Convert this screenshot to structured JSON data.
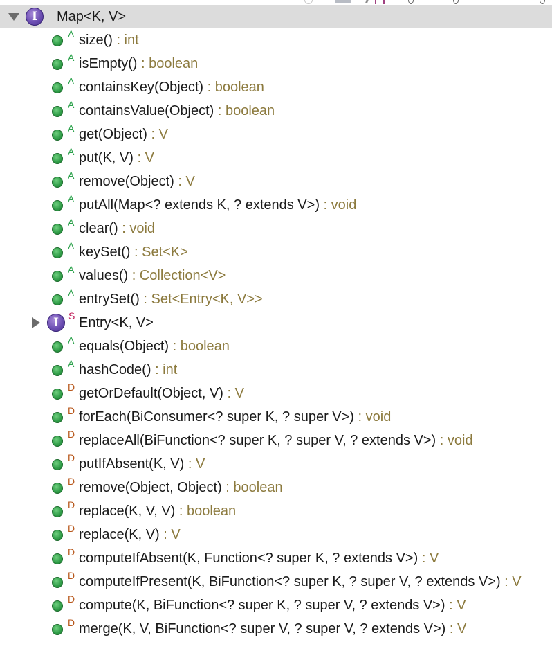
{
  "root": {
    "icon": "interface-icon",
    "icon_letter": "I",
    "label": "Map<K, V>",
    "expanded": true
  },
  "members": [
    {
      "kind": "method",
      "modifier": "A",
      "name": "size()",
      "return_type": " : int"
    },
    {
      "kind": "method",
      "modifier": "A",
      "name": "isEmpty()",
      "return_type": " : boolean"
    },
    {
      "kind": "method",
      "modifier": "A",
      "name": "containsKey(Object)",
      "return_type": " : boolean"
    },
    {
      "kind": "method",
      "modifier": "A",
      "name": "containsValue(Object)",
      "return_type": " : boolean"
    },
    {
      "kind": "method",
      "modifier": "A",
      "name": "get(Object)",
      "return_type": " : V"
    },
    {
      "kind": "method",
      "modifier": "A",
      "name": "put(K, V)",
      "return_type": " : V"
    },
    {
      "kind": "method",
      "modifier": "A",
      "name": "remove(Object)",
      "return_type": " : V"
    },
    {
      "kind": "method",
      "modifier": "A",
      "name": "putAll(Map<? extends K, ? extends V>)",
      "return_type": " : void"
    },
    {
      "kind": "method",
      "modifier": "A",
      "name": "clear()",
      "return_type": " : void"
    },
    {
      "kind": "method",
      "modifier": "A",
      "name": "keySet()",
      "return_type": " : Set<K>"
    },
    {
      "kind": "method",
      "modifier": "A",
      "name": "values()",
      "return_type": " : Collection<V>"
    },
    {
      "kind": "method",
      "modifier": "A",
      "name": "entrySet()",
      "return_type": " : Set<Entry<K, V>>"
    },
    {
      "kind": "interface",
      "modifier": "S",
      "name": "Entry<K, V>",
      "return_type": "",
      "icon_letter": "I",
      "expanded": false
    },
    {
      "kind": "method",
      "modifier": "A",
      "name": "equals(Object)",
      "return_type": " : boolean"
    },
    {
      "kind": "method",
      "modifier": "A",
      "name": "hashCode()",
      "return_type": " : int"
    },
    {
      "kind": "method",
      "modifier": "D",
      "name": "getOrDefault(Object, V)",
      "return_type": " : V"
    },
    {
      "kind": "method",
      "modifier": "D",
      "name": "forEach(BiConsumer<? super K, ? super V>)",
      "return_type": " : void"
    },
    {
      "kind": "method",
      "modifier": "D",
      "name": "replaceAll(BiFunction<? super K, ? super V, ? extends V>)",
      "return_type": " : void"
    },
    {
      "kind": "method",
      "modifier": "D",
      "name": "putIfAbsent(K, V)",
      "return_type": " : V"
    },
    {
      "kind": "method",
      "modifier": "D",
      "name": "remove(Object, Object)",
      "return_type": " : boolean"
    },
    {
      "kind": "method",
      "modifier": "D",
      "name": "replace(K, V, V)",
      "return_type": " : boolean"
    },
    {
      "kind": "method",
      "modifier": "D",
      "name": "replace(K, V)",
      "return_type": " : V"
    },
    {
      "kind": "method",
      "modifier": "D",
      "name": "computeIfAbsent(K, Function<? super K, ? extends V>)",
      "return_type": " : V"
    },
    {
      "kind": "method",
      "modifier": "D",
      "name": "computeIfPresent(K, BiFunction<? super K, ? super V, ? extends V>)",
      "return_type": " : V"
    },
    {
      "kind": "method",
      "modifier": "D",
      "name": "compute(K, BiFunction<? super K, ? super V, ? extends V>)",
      "return_type": " : V"
    },
    {
      "kind": "method",
      "modifier": "D",
      "name": "merge(K, V, BiFunction<? super V, ? super V, ? extends V>)",
      "return_type": " : V"
    }
  ],
  "colors": {
    "method_text": "#1a1a1a",
    "return_type": "#8c7a3e",
    "abstract_modifier": "#2aa14a",
    "default_modifier": "#b7561a",
    "static_modifier": "#c0205a",
    "interface_icon": "#6d4fb3",
    "method_icon": "#2f9c47",
    "selected_row": "#dcdcdc"
  }
}
